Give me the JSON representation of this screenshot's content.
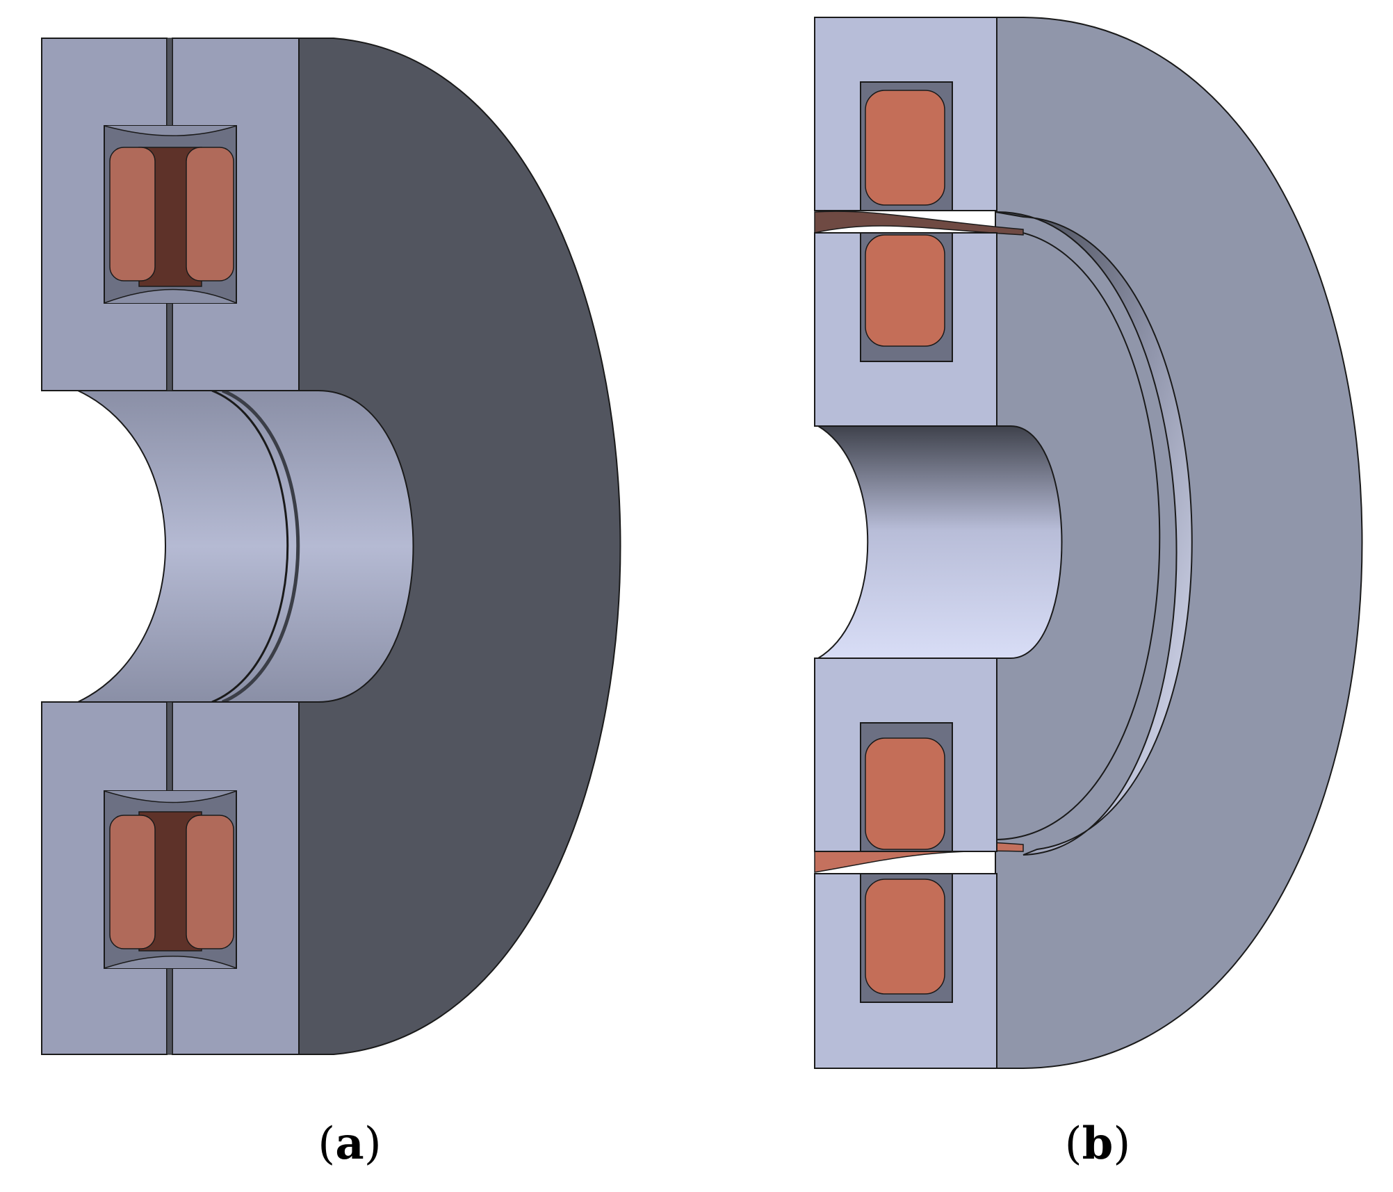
{
  "panels": [
    {
      "id": "a",
      "caption": {
        "open": "(",
        "label": "a",
        "close": ")"
      }
    },
    {
      "id": "b",
      "caption": {
        "open": "(",
        "label": "b",
        "close": ")"
      }
    }
  ],
  "colors": {
    "housing_light": "#b7bdd8",
    "housing_mid": "#9a9fb8",
    "housing_dark": "#52555f",
    "disc_b": "#9096aa",
    "coil": "#c46e58",
    "coil_shadow": "#5e3229",
    "outline": "#1a1a1a"
  }
}
